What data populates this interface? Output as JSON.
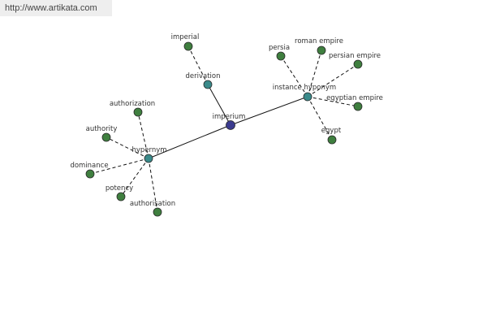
{
  "header": {
    "url": "http://www.artikata.com"
  },
  "colors": {
    "root": "#3b3b8f",
    "relation": "#3a8a8a",
    "leaf": "#3f7f3f",
    "node_stroke": "#2a2a2a",
    "edge": "#111111",
    "text": "#333333"
  },
  "graph": {
    "nodes": [
      {
        "id": "imperium",
        "label": "imperium",
        "kind": "root"
      },
      {
        "id": "derivation",
        "label": "derivation",
        "kind": "relation"
      },
      {
        "id": "instance_hyponym",
        "label": "instance hyponym",
        "kind": "relation"
      },
      {
        "id": "hypernym",
        "label": "hypernym",
        "kind": "relation"
      },
      {
        "id": "imperial",
        "label": "imperial",
        "kind": "leaf"
      },
      {
        "id": "persia",
        "label": "persia",
        "kind": "leaf"
      },
      {
        "id": "roman_empire",
        "label": "roman empire",
        "kind": "leaf"
      },
      {
        "id": "persian_empire",
        "label": "persian empire",
        "kind": "leaf"
      },
      {
        "id": "egyptian_empire",
        "label": "egyptian empire",
        "kind": "leaf"
      },
      {
        "id": "egypt",
        "label": "egypt",
        "kind": "leaf"
      },
      {
        "id": "authorization",
        "label": "authorization",
        "kind": "leaf"
      },
      {
        "id": "authority",
        "label": "authority",
        "kind": "leaf"
      },
      {
        "id": "dominance",
        "label": "dominance",
        "kind": "leaf"
      },
      {
        "id": "potency",
        "label": "potency",
        "kind": "leaf"
      },
      {
        "id": "authorisation",
        "label": "authorisation",
        "kind": "leaf"
      }
    ],
    "edges": [
      {
        "from": "imperium",
        "to": "derivation",
        "style": "solid"
      },
      {
        "from": "imperium",
        "to": "instance_hyponym",
        "style": "solid"
      },
      {
        "from": "imperium",
        "to": "hypernym",
        "style": "solid"
      },
      {
        "from": "derivation",
        "to": "imperial",
        "style": "dashed"
      },
      {
        "from": "instance_hyponym",
        "to": "persia",
        "style": "dashed"
      },
      {
        "from": "instance_hyponym",
        "to": "roman_empire",
        "style": "dashed"
      },
      {
        "from": "instance_hyponym",
        "to": "persian_empire",
        "style": "dashed"
      },
      {
        "from": "instance_hyponym",
        "to": "egyptian_empire",
        "style": "dashed"
      },
      {
        "from": "instance_hyponym",
        "to": "egypt",
        "style": "dashed"
      },
      {
        "from": "hypernym",
        "to": "authorization",
        "style": "dashed"
      },
      {
        "from": "hypernym",
        "to": "authority",
        "style": "dashed"
      },
      {
        "from": "hypernym",
        "to": "dominance",
        "style": "dashed"
      },
      {
        "from": "hypernym",
        "to": "potency",
        "style": "dashed"
      },
      {
        "from": "hypernym",
        "to": "authorisation",
        "style": "dashed"
      }
    ]
  }
}
